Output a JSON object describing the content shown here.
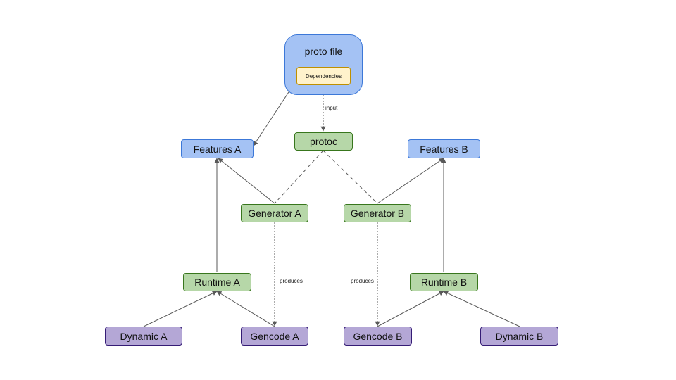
{
  "nodes": {
    "proto_file": "proto file",
    "dependencies": "Dependencies",
    "protoc": "protoc",
    "features_a": "Features A",
    "features_b": "Features B",
    "generator_a": "Generator A",
    "generator_b": "Generator B",
    "runtime_a": "Runtime A",
    "runtime_b": "Runtime B",
    "dynamic_a": "Dynamic A",
    "gencode_a": "Gencode A",
    "gencode_b": "Gencode B",
    "dynamic_b": "Dynamic B"
  },
  "edge_labels": {
    "input": "input",
    "produces_a": "produces",
    "produces_b": "produces"
  },
  "colors": {
    "blue_fill": "#a4c2f4",
    "green_fill": "#b6d7a8",
    "purple_fill": "#b4a7d6",
    "yellow_fill": "#fff2cc",
    "edge": "#595959"
  }
}
